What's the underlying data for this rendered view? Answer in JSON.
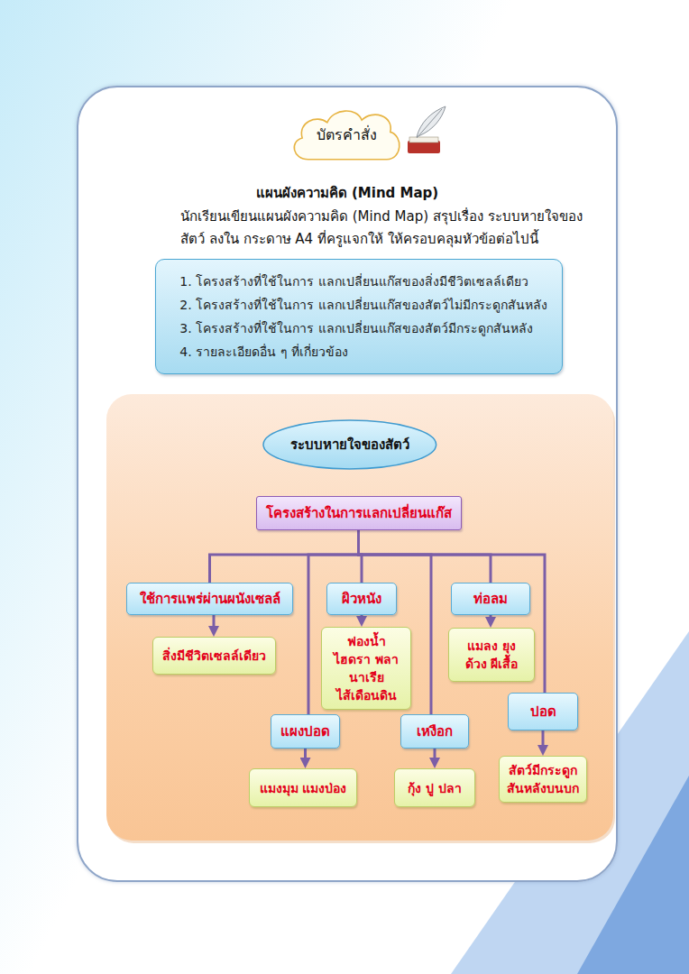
{
  "diagram": {
    "nodes": [
      {
        "text": [
          "แผนผังความคิด (Mind Map)",
          "นักเรียนเขียนแผนผังความคิด (Mind Map) สรุปเรื่อง ระบบหายใจของสัตว์ ลงใน กระดาษ A4 ที่ครูแจกให้ ให้ครอบคลุมหัวข้อต่อไปนี้"
        ]
      },
      {
        "text": [
          "บัตรคำสั่ง"
        ],
        "in": 0
      },
      {
        "text": [
          "1. โครงสร้างที่ใช้ในการ แลกเปลี่ยนแก๊สของสิ่งมีชีวิตเซลล์เดียว",
          "2. โครงสร้างที่ใช้ในการ แลกเปลี่ยนแก๊สของสัตว์ไม่มีกระดูกสันหลัง",
          "3. โครงสร้างที่ใช้ในการ แลกเปลี่ยนแก๊สของสัตว์มีกระดูกสันหลัง",
          "4. รายละเอียดอื่น ๆ ที่เกี่ยวข้อง"
        ],
        "in": 0
      },
      {
        "text": [
          "ระบบหายใจของสัตว์"
        ],
        "in": 0
      },
      {
        "text": [
          "โครงสร้างในการแลกเปลี่ยนแก๊ส"
        ],
        "in": 0
      },
      {
        "text": [
          "ใช้การแพร่ผ่านผนังเซลล์"
        ],
        "in": 0
      },
      {
        "text": [
          "สิ่งมีชีวิตเซลล์เดียว"
        ],
        "in": 0
      },
      {
        "text": [
          "ผิวหนัง"
        ],
        "in": 0
      },
      {
        "text": [
          "ฟองน้ำ ไฮดรา พลานาเรีย ไส้เดือนดิน"
        ],
        "in": 0
      },
      {
        "text": [
          "ท่อลม"
        ],
        "in": 0
      },
      {
        "text": [
          "แมลง ยุง ด้วง ผีเสื้อ"
        ],
        "in": 0
      },
      {
        "text": [
          "แผงปอด"
        ],
        "in": 0
      },
      {
        "text": [
          "แมงมุม แมงป่อง"
        ],
        "in": 0
      },
      {
        "text": [
          "เหงือก"
        ],
        "in": 0
      },
      {
        "text": [
          "กุ้ง ปู ปลา"
        ],
        "in": 0
      },
      {
        "text": [
          "ปอด"
        ],
        "in": 0
      },
      {
        "text": [
          "สัตว์มีกระดูกสันหลังบนบก"
        ],
        "in": 0
      }
    ],
    "edges": [
      {
        "from": 4,
        "to": 5,
        "arrow": "none"
      },
      {
        "from": 4,
        "to": 7,
        "arrow": "none"
      },
      {
        "from": 4,
        "to": 9,
        "arrow": "none"
      },
      {
        "from": 4,
        "to": 11,
        "arrow": "none"
      },
      {
        "from": 4,
        "to": 13,
        "arrow": "none"
      },
      {
        "from": 4,
        "to": 15,
        "arrow": "none"
      },
      {
        "from": 5,
        "to": 6,
        "arrow": "to"
      },
      {
        "from": 7,
        "to": 8,
        "arrow": "to"
      },
      {
        "from": 9,
        "to": 10,
        "arrow": "to"
      },
      {
        "from": 11,
        "to": 12,
        "arrow": "to"
      },
      {
        "from": 13,
        "to": 14,
        "arrow": "to"
      },
      {
        "from": 15,
        "to": 16,
        "arrow": "to"
      }
    ]
  }
}
